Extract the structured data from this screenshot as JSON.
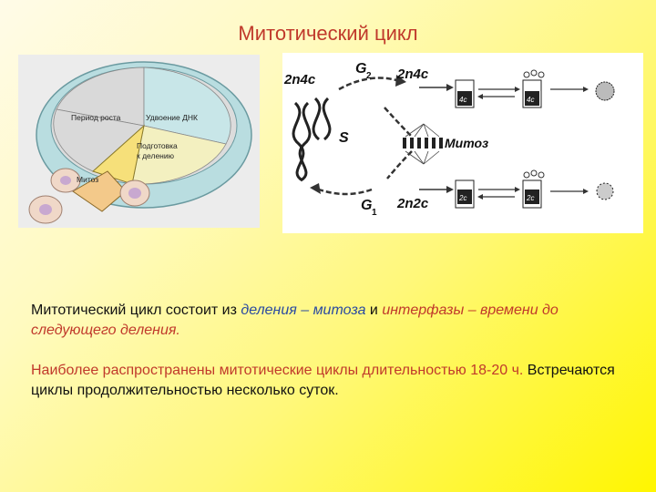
{
  "slide": {
    "title": "Митотический цикл"
  },
  "left_figure": {
    "label_growth": "Период роста",
    "label_dna": "Удвоение ДНК",
    "label_prep_1": "Подготовка",
    "label_prep_2": "к делению",
    "label_mitosis": "Митоз"
  },
  "right_figure": {
    "label_2n4c_left": "2n4c",
    "label_g2": "G",
    "label_g2_sub": "2",
    "label_2n4c_top": "2n4c",
    "label_s": "S",
    "label_mitoz": "Митоз",
    "label_g1": "G",
    "label_g1_sub": "1",
    "label_2n2c": "2n2c",
    "tube_4c_a": "4c",
    "tube_4c_b": "4c",
    "tube_2c_a": "2c",
    "tube_2c_b": "2c"
  },
  "paragraph1": {
    "part1": "Митотический цикл состоит из ",
    "part2": "деления",
    "part3": " – митоза",
    "part4": " и ",
    "part5": "интерфазы – времени до следующего деления",
    "part6": "."
  },
  "paragraph2": {
    "part1": "Наиболее распространены митотические циклы длительностью 18-20 ч.",
    "part2": " Встречаются циклы продолжительностью несколько суток."
  }
}
